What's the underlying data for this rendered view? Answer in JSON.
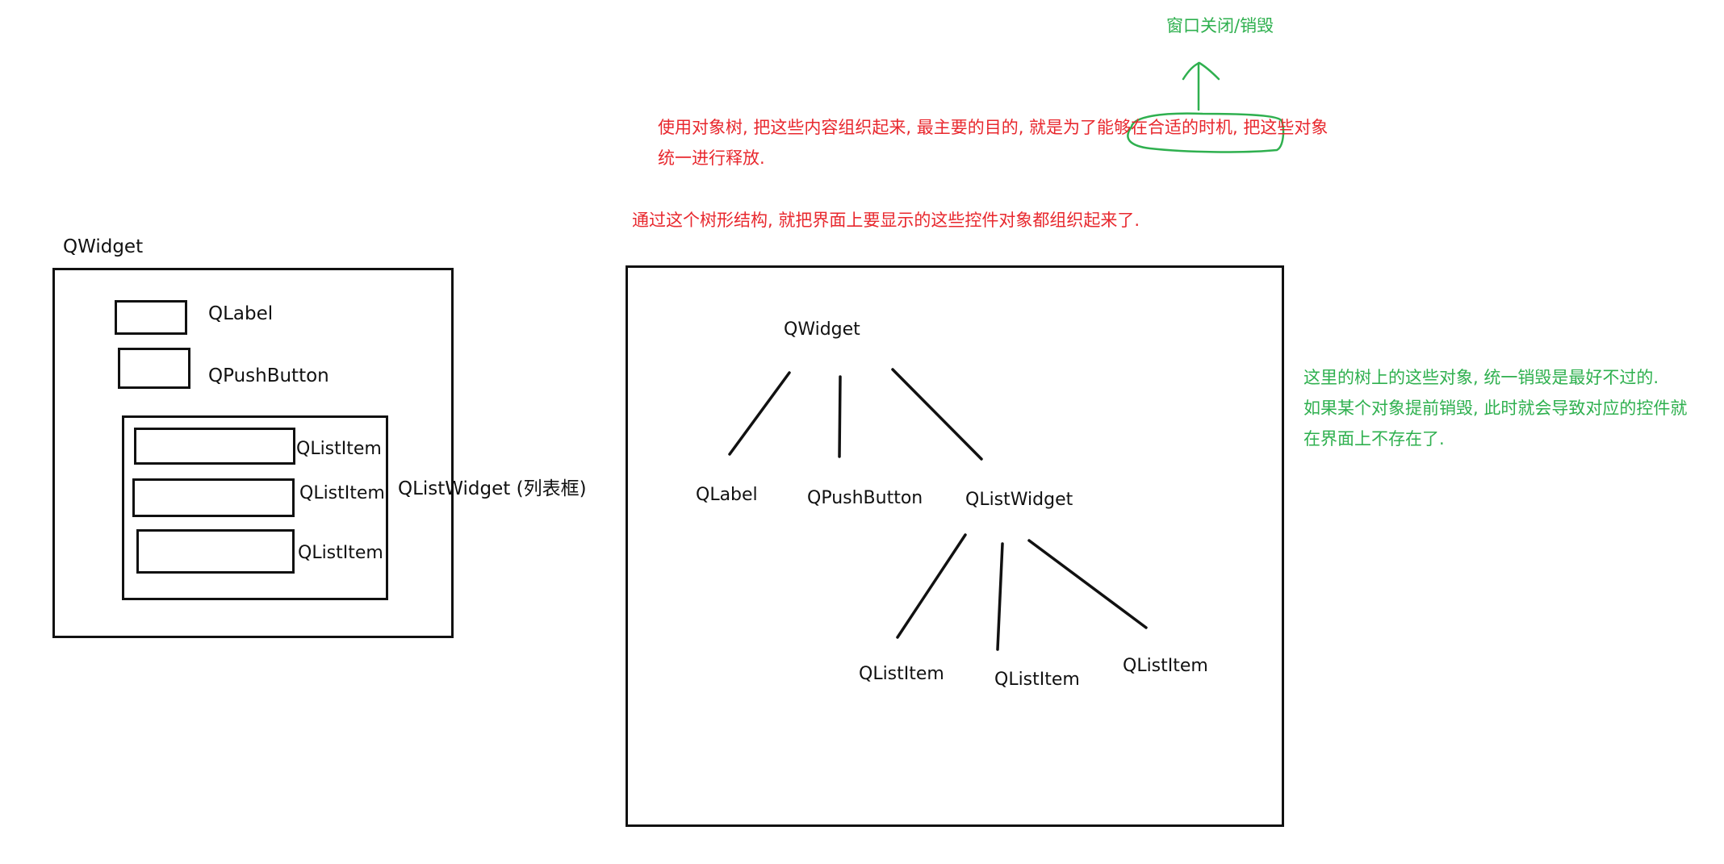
{
  "left_diagram": {
    "root_label": "QWidget",
    "label_item": "QLabel",
    "push_button_item": "QPushButton",
    "list_items": [
      "QListItem",
      "QListItem",
      "QListItem"
    ],
    "list_widget_label": "QListWidget (列表框)"
  },
  "tree_diagram": {
    "root": "QWidget",
    "children": [
      "QLabel",
      "QPushButton",
      "QListWidget"
    ],
    "grandchildren": [
      "QListItem",
      "QListItem",
      "QListItem"
    ]
  },
  "notes": {
    "window_close": "窗口关闭/销毁",
    "purpose_line1": "使用对象树, 把这些内容组织起来, 最主要的目的, 就是为了能够在合适的时机, 把这些对象",
    "purpose_line2": "统一进行释放.",
    "tree_structure": "通过这个树形结构, 就把界面上要显示的这些控件对象都组织起来了.",
    "destroy_line1": "这里的树上的这些对象, 统一销毁是最好不过的.",
    "destroy_line2": "如果某个对象提前销毁, 此时就会导致对应的控件就",
    "destroy_line3": "在界面上不存在了."
  },
  "colors": {
    "ink": "#111111",
    "red_note": "#e8282e",
    "green_note": "#2fb04f"
  }
}
